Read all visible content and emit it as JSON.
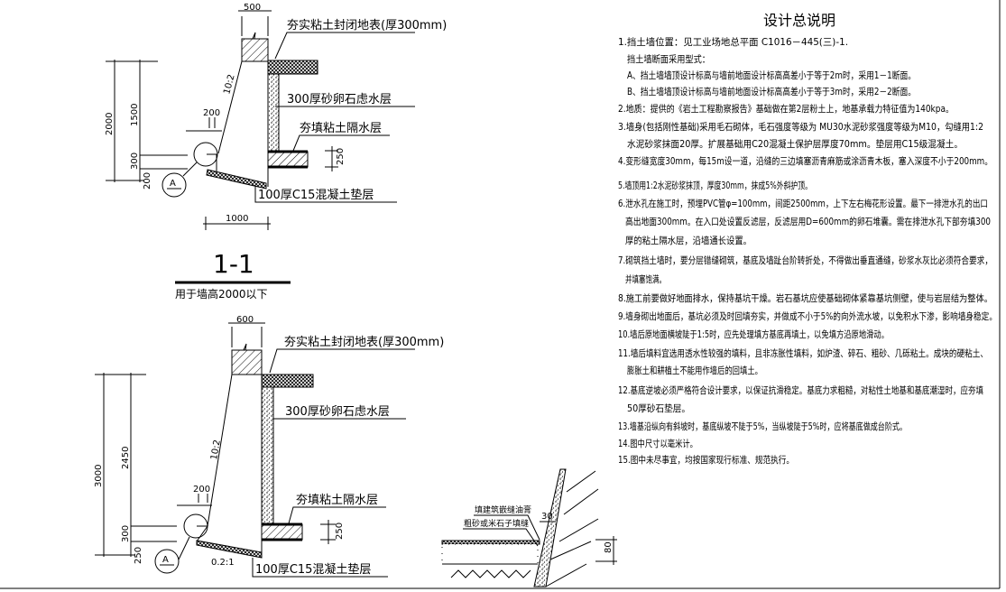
{
  "section_1": {
    "dims": {
      "top_width": "500",
      "total_height": "2000",
      "upper_height": "1500",
      "mid_height": "300",
      "low_height": "200",
      "toe": "200",
      "base_width": "1000",
      "clay_thickness": "250",
      "slope": "10:2"
    },
    "labels": {
      "cap": "夯实粘土封闭地表(厚300mm)",
      "gravel": "300厚砂卵石虑水层",
      "clay": "夯填粘土隔水层",
      "base": "100厚C15混凝土垫层"
    },
    "detail_marker": "A",
    "title": "1-1",
    "subtitle": "用于墙高2000以下"
  },
  "section_2": {
    "dims": {
      "top_width": "600",
      "total_height": "3000",
      "upper_height": "2450",
      "mid_height": "300",
      "low_height": "250",
      "toe": "200",
      "clay_thickness": "250",
      "slope": "10:2",
      "base_slope": "0.2:1"
    },
    "labels": {
      "cap": "夯实粘土封闭地表(厚300mm)",
      "gravel": "300厚砂卵石虑水层",
      "clay": "夯填粘土隔水层",
      "base": "100厚C15混凝土垫层"
    },
    "detail_marker": "A"
  },
  "joint_detail": {
    "label_1": "填建筑嵌缝油膏",
    "label_2": "粗砂或米石子填缝",
    "gap": "30",
    "depth": "80"
  },
  "notes": {
    "title": "设计总说明",
    "lines": [
      "1.挡土墙位置：见工业场地总平面 C1016－445(三)-1.",
      "挡土墙断面采用型式：",
      "A、挡土墙墙顶设计标高与墙前地面设计标高高差小于等于2m时，采用1－1断面。",
      "B、挡土墙墙顶设计标高与墙前地面设计标高高差小于等于3m时，采用2－2断面。",
      "2.地质：提供的《岩土工程勘察报告》基础做在第2层粉土上，地基承载力特征值为140kpa。",
      "3.墙身(包括刚性基础)采用毛石砌体，毛石强度等级为 MU30水泥砂浆强度等级为M10，勾缝用1:2",
      "水泥砂浆抹面20厚。扩展基础用C20混凝土保护层厚度70mm。垫层用C15级混凝土。",
      "4.变形缝宽度30mm，每15m设一道，沿缝的三边填塞沥青麻筋或涂沥青木板，塞入深度不小于200mm。",
      "5.墙顶用1:2水泥砂浆抹顶，厚度30mm，抹成5%外斜护顶。",
      "6.泄水孔在施工时，预埋PVC管φ=100mm，间距2500mm，上下左右梅花形设置。最下一排泄水孔的出口",
      "高出地面300mm。在入口处设置反滤层，反滤层用D=600mm的卵石堆囊。需在排泄水孔下部夯填300",
      "厚的粘土隔水层，沿墙通长设置。",
      "7.砌筑挡土墙时，要分层错缝砌筑，基底及墙趾台阶转折处，不得做出垂直通缝，砂浆水灰比必须符合要求，",
      "并填塞饱满。",
      "8.施工前要做好地面排水，保持基坑干燥。岩石基坑应使基础砌体紧靠基坑侧壁，使与岩层结为整体。",
      "9.墙身砌出地面后，基坑必须及时回填夯实，并做成不小于5%的向外流水坡，以免积水下渗，影响墙身稳定。",
      "10.墙后原地面横坡陡于1:5时，应先处理填方基底再填土，以免填方沿原地滑动。",
      "11.墙后填料宜选用透水性较强的填料，且非冻胀性填料，如炉渣、碎石、粗砂、几砾粘土。成块的硬粘土、",
      "膨胀土和耕植土不能用作墙后的回填土。",
      "12.基底逆坡必须严格符合设计要求，以保证抗滑稳定。基底力求粗糙，对粘性土地基和基底潮湿时，应夯填",
      "50厚砂石垫层。",
      "13.墙基沿纵向有斜坡时，基底纵坡不陡于5%，当纵坡陡于5%时，应将基底做成台阶式。",
      "14.图中尺寸以毫米计。",
      "15.图中未尽事宜，均按国家现行标准、规范执行。"
    ]
  }
}
